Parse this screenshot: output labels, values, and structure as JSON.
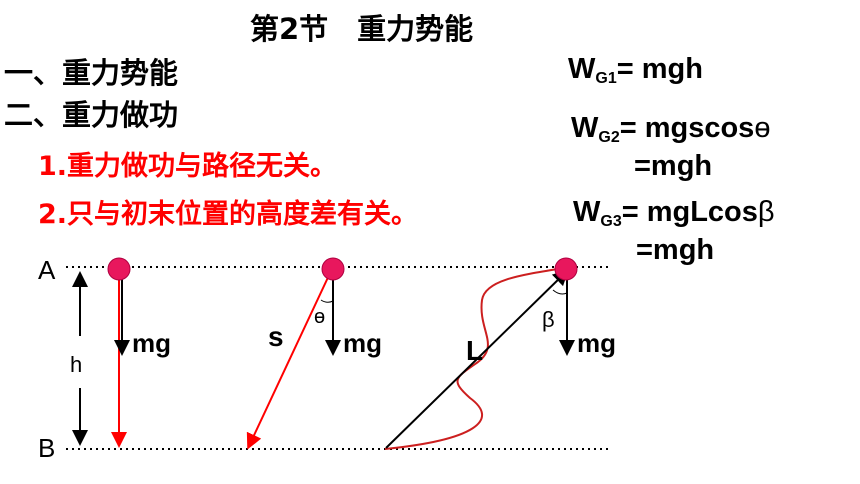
{
  "title": "第2节　重力势能",
  "headings": [
    "一、重力势能",
    "二、重力做功"
  ],
  "conclusions": [
    "1.重力做功与路径无关。",
    "2.只与初末位置的高度差有关。"
  ],
  "formulas": {
    "w1": {
      "w": "W",
      "sub": "G1",
      "eq": "= mgh"
    },
    "w2": {
      "w": "W",
      "sub": "G2",
      "eq": "= mgscos",
      "angle": "ɵ",
      "cont": "=mgh"
    },
    "w3": {
      "w": "W",
      "sub": "G3",
      "eq": "= mgLcos",
      "angle": "β",
      "cont": "=mgh"
    }
  },
  "diagram": {
    "level_a": "A",
    "level_b": "B",
    "height": "h",
    "force": "mg",
    "path_s": "s",
    "path_l": "L",
    "theta": "ɵ",
    "beta": "β",
    "colors": {
      "ball": "#e8175d",
      "path": "#ff0000",
      "line": "#000000"
    }
  }
}
